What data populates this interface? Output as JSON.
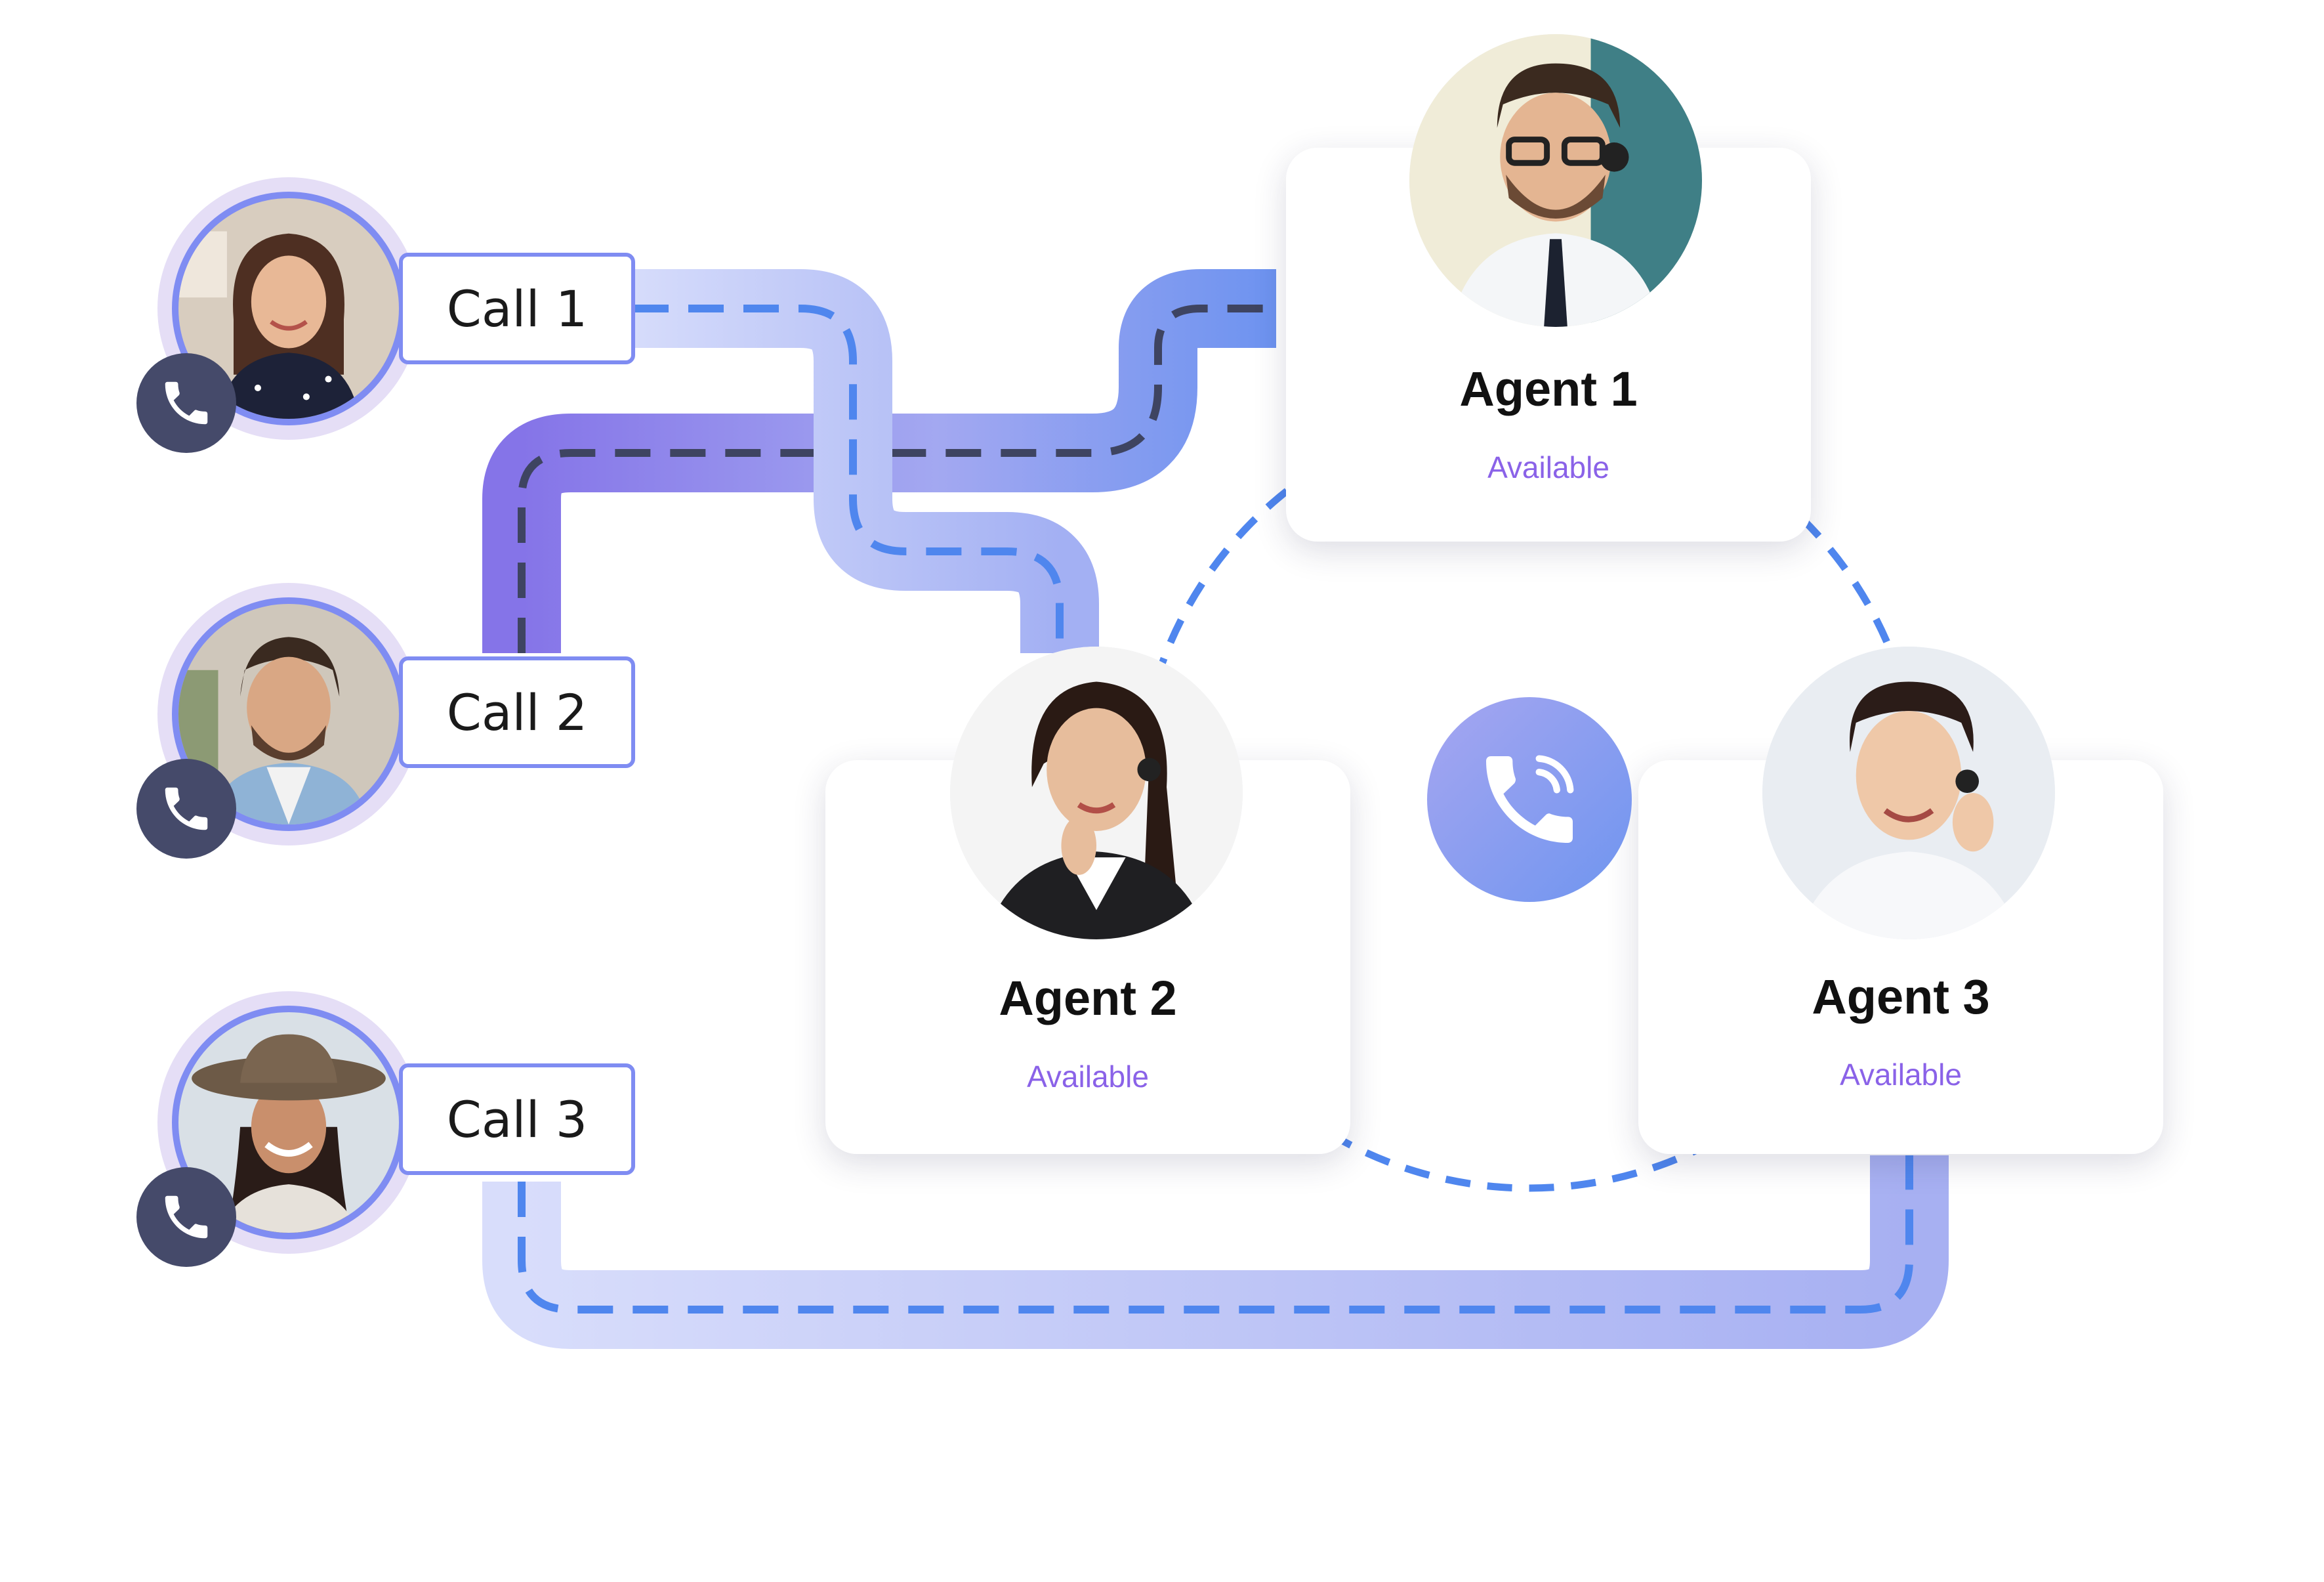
{
  "calls": [
    {
      "label": "Call 1"
    },
    {
      "label": "Call 2"
    },
    {
      "label": "Call 3"
    }
  ],
  "agents": [
    {
      "name": "Agent 1",
      "status": "Available"
    },
    {
      "name": "Agent 2",
      "status": "Available"
    },
    {
      "name": "Agent 3",
      "status": "Available"
    }
  ],
  "colors": {
    "accent": "#7f8cf2",
    "route_dash": "#4f86ee",
    "badge": "#454a6a",
    "status": "#8a62e8"
  },
  "icons": {
    "caller_badge": "phone-icon",
    "center": "phone-ringing-icon"
  }
}
